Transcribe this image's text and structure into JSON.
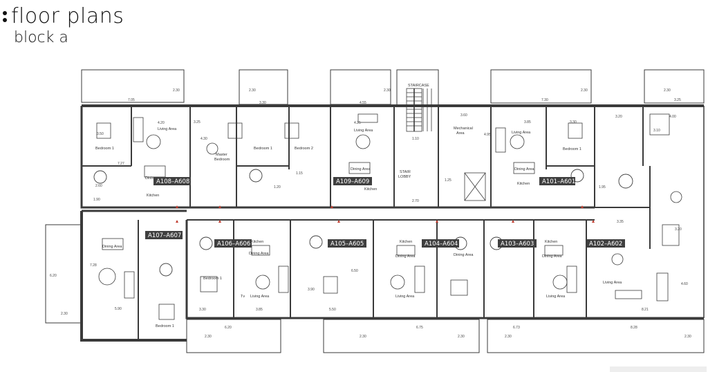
{
  "header": {
    "title": "floor plans",
    "subtitle": "block a"
  },
  "colors": {
    "wall": "#3a3a3a",
    "tag_bg": "#3f3f3f",
    "tag_text": "#ffffff",
    "marker": "#c0392b"
  },
  "unit_tags": [
    "A108–A608",
    "A109–A609",
    "A101–A601",
    "A107–A607",
    "A106–A606",
    "A105–A605",
    "A104–A604",
    "A103–A603",
    "A102–A602"
  ],
  "room_labels": {
    "bedroom_1": "Bedroom 1",
    "bedroom_2": "Bedroom 2",
    "master_bedroom_l1": "Master",
    "master_bedroom_l2": "Bedroom",
    "living_area": "Living Area",
    "dining_area": "Dining Area",
    "kitchen": "Kitchen",
    "mech_l1": "Mechanical",
    "mech_l2": "Area",
    "stair_l1": "STAIR",
    "stair_l2": "LOBBY",
    "staircase": "STAIRCASE",
    "tv": "Tv",
    "dining_short": "Dining"
  },
  "dimensions": {
    "d705": "7.05",
    "d230": "2.30",
    "d455": "4.55",
    "d730": "7.30",
    "d325": "3.25",
    "d420": "4.20",
    "d330": "3.30",
    "d385": "3.85",
    "d360": "3.60",
    "d495": "4.95",
    "d320": "3.20",
    "d400": "4.00",
    "d350": "3.50",
    "d310": "3.10",
    "d727": "7.27",
    "d728": "7.28",
    "d620": "6.20",
    "d590": "5.90",
    "d550": "5.50",
    "d650": "6.50",
    "d390": "3.90",
    "d460": "4.60",
    "d821": "8.21",
    "d828": "8.28",
    "d673": "6.73",
    "d675": "6.75",
    "d110": "1.10",
    "d270": "2.70",
    "d125": "1.25",
    "d115": "1.15",
    "d120": "1.20",
    "d190": "1.90",
    "d260": "2.60",
    "d195": "1.95",
    "d335": "3.35",
    "d385b": "3.85",
    "d430": "4.30",
    "d425": "4.25"
  }
}
